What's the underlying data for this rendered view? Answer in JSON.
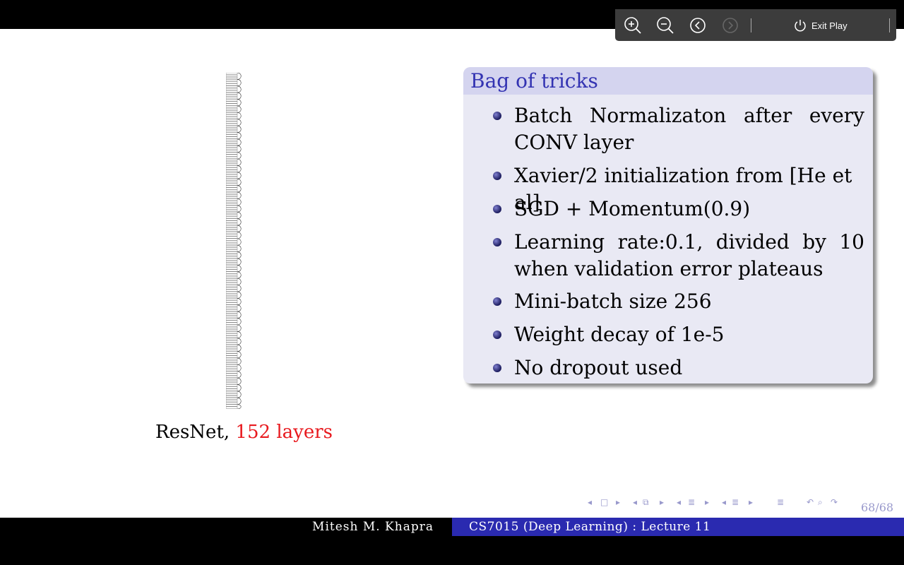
{
  "toolbar": {
    "exit_label": "Exit Play",
    "icons": [
      "zoom-in-icon",
      "zoom-out-icon",
      "previous-icon",
      "next-icon",
      "power-icon"
    ]
  },
  "figure": {
    "caption_prefix": "ResNet, ",
    "caption_highlight": "152 layers"
  },
  "block": {
    "title": "Bag of tricks",
    "items": [
      {
        "first": [
          "Batch",
          "Normalizaton",
          "after",
          "every"
        ],
        "rest": "CONV layer"
      },
      {
        "text": "Xavier/2 initialization from [He et al]"
      },
      {
        "text": "SGD + Momentum(0.9)"
      },
      {
        "text": "Learning rate:0.1, divided by 10 when validation error plateaus"
      },
      {
        "text": "Mini-batch size 256"
      },
      {
        "text": "Weight decay of 1e-5"
      },
      {
        "text": "No dropout used"
      }
    ]
  },
  "footer": {
    "author": "Mitesh M. Khapra",
    "course": "CS7015 (Deep Learning) : Lecture 11",
    "page": "68/68"
  },
  "colors": {
    "accent": "#3333b2",
    "highlight": "#e8191e",
    "footer_bar": "#2a2ab0"
  }
}
